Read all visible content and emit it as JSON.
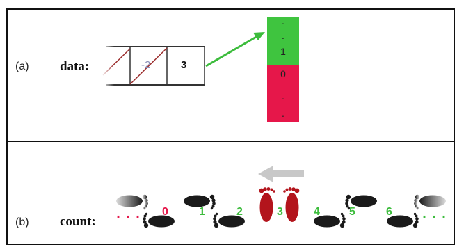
{
  "panel_a": {
    "label": "(a)",
    "data_label": "data:",
    "cells": [
      "",
      "-2",
      "3"
    ],
    "stack_top": [
      ".",
      ".",
      "1"
    ],
    "stack_bottom": [
      "0",
      ".",
      "."
    ],
    "colors": {
      "green": "#3fc43f",
      "red": "#e6174a",
      "arrow": "#3cbc3c"
    }
  },
  "panel_b": {
    "label": "(b)",
    "count_label": "count:",
    "left_dots": "...",
    "right_dots": "...",
    "numbers": [
      "0",
      "1",
      "2",
      "3",
      "4",
      "5",
      "6"
    ],
    "colors": {
      "red": "#e6174a",
      "green": "#3cbc3c",
      "foot": "#1a1a1a",
      "highlight_foot": "#b3141c",
      "arrow": "#c8c8c8"
    }
  }
}
